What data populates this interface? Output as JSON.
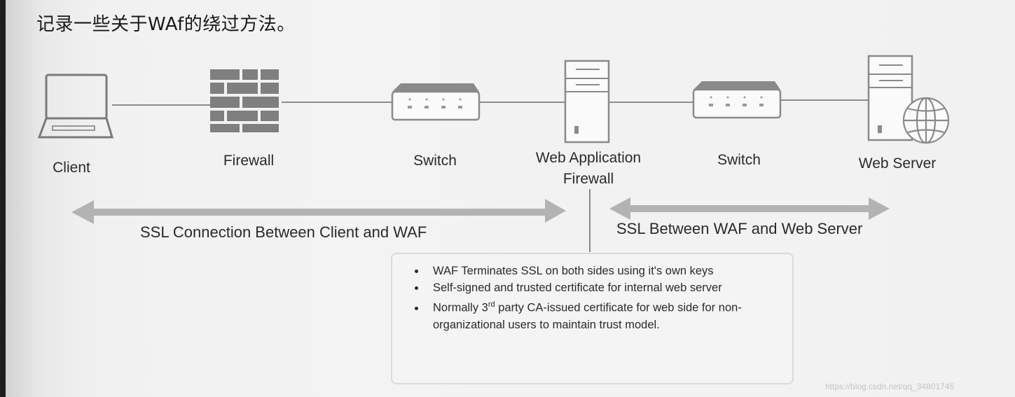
{
  "heading": "记录一些关于WAf的绕过方法。",
  "nodes": {
    "client": "Client",
    "firewall": "Firewall",
    "switch_1": "Switch",
    "waf_line1": "Web Application",
    "waf_line2": "Firewall",
    "switch_2": "Switch",
    "web_server": "Web Server"
  },
  "connections": {
    "left": "SSL Connection Between Client and WAF",
    "right": "SSL Between WAF and Web Server"
  },
  "notes": {
    "item1": "WAF Terminates SSL on both sides using it's own keys",
    "item2": "Self-signed and trusted certificate for internal web server",
    "item3_prefix": "Normally 3",
    "item3_sup": "rd",
    "item3_suffix": " party CA-issued certificate for web side for non-organizational users to maintain trust model."
  },
  "watermark": "https://blog.csdn.net/qq_34801745",
  "icons": [
    "laptop-icon",
    "brick-wall-icon",
    "network-switch-icon",
    "server-tower-icon",
    "globe-icon"
  ]
}
